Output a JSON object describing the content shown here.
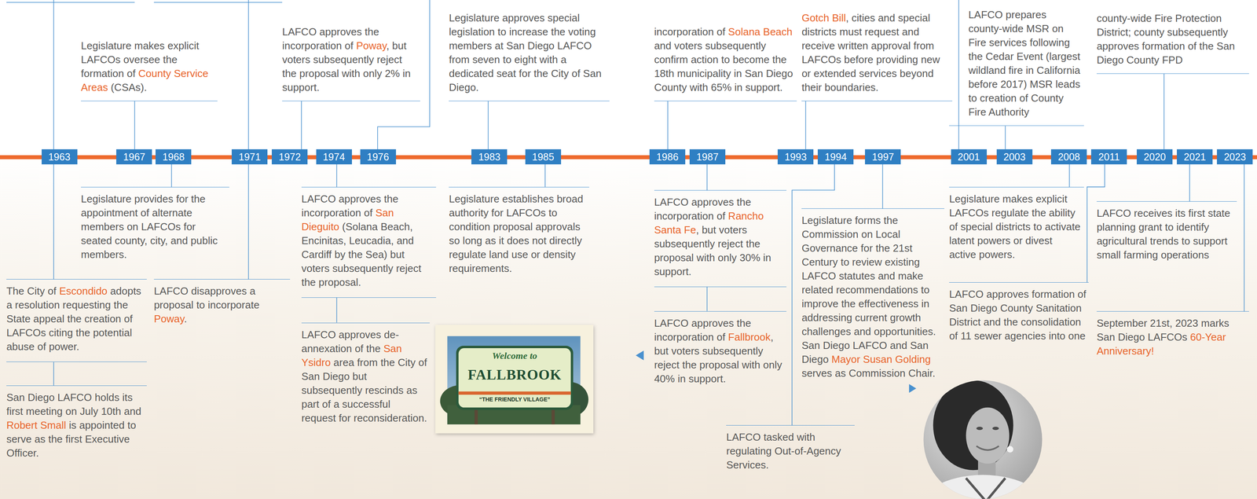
{
  "diagram": {
    "nodes": [
      {
        "text": [
          "1963"
        ]
      },
      {
        "text": [
          "1967"
        ]
      },
      {
        "text": [
          "1968"
        ]
      },
      {
        "text": [
          "1971"
        ]
      },
      {
        "text": [
          "1972"
        ]
      },
      {
        "text": [
          "1974"
        ]
      },
      {
        "text": [
          "1976"
        ]
      },
      {
        "text": [
          "1983"
        ]
      },
      {
        "text": [
          "1985"
        ]
      },
      {
        "text": [
          "1986"
        ]
      },
      {
        "text": [
          "1987"
        ]
      },
      {
        "text": [
          "1993"
        ]
      },
      {
        "text": [
          "1994"
        ]
      },
      {
        "text": [
          "1997"
        ]
      },
      {
        "text": [
          "2001"
        ]
      },
      {
        "text": [
          "2003"
        ]
      },
      {
        "text": [
          "2008"
        ]
      },
      {
        "text": [
          "2011"
        ]
      },
      {
        "text": [
          "2020"
        ]
      },
      {
        "text": [
          "2021"
        ]
      },
      {
        "text": [
          "2023"
        ]
      },
      {
        "text": [
          "The City of Escondido adopts a resolution requesting the State appeal the creation of LAFCOs citing the potential abuse of power."
        ]
      },
      {
        "text": [
          "San Diego LAFCO holds its first meeting on July 10th and Robert Small is appointed to serve as the first Executive Officer."
        ]
      },
      {
        "text": [
          "Legislature makes explicit LAFCOs oversee the formation of County Service Areas (CSAs)."
        ]
      },
      {
        "text": [
          "Legislature provides for the appointment of alternate members on LAFCOs for seated county, city, and public members."
        ]
      },
      {
        "text": [
          "LAFCO disapproves a proposal to incorporate Poway."
        ]
      },
      {
        "text": [
          "LAFCO approves the incorporation of Poway, but voters subsequently reject the proposal with only 2% in support."
        ]
      },
      {
        "text": [
          "LAFCO approves the incorporation of San Dieguito (Solana Beach, Encinitas, Leucadia, and Cardiff by the Sea) but voters subsequently reject the proposal."
        ]
      },
      {
        "text": [
          "LAFCO approves de-annexation of the San Ysidro area from the City of San Diego but subsequently rescinds as part of a successful request for reconsideration."
        ]
      },
      {
        "text": [
          "Legislature approves special legislation to increase the voting members at San Diego LAFCO from seven to eight with a dedicated seat for the City of San Diego."
        ]
      },
      {
        "text": [
          "Legislature establishes broad authority for LAFCOs to condition proposal approvals so long as it does not directly regulate land use or density requirements."
        ]
      },
      {
        "text": [
          "incorporation of Solana Beach and voters subsequently confirm action to become the 18th municipality in San Diego County with 65% in support."
        ]
      },
      {
        "text": [
          "LAFCO approves the incorporation of Rancho Santa Fe, but voters subsequently reject the proposal with only 30% in support."
        ]
      },
      {
        "text": [
          "LAFCO approves the incorporation of Fallbrook, but voters subsequently reject the proposal with only 40% in support."
        ]
      },
      {
        "text": [
          "Gotch Bill, cities and special districts must request and receive written approval from LAFCOs before providing new or extended services beyond their boundaries."
        ]
      },
      {
        "text": [
          "LAFCO tasked with regulating Out-of-Agency Services."
        ]
      },
      {
        "text": [
          "Legislature forms the Commission on Local Governance for the 21st Century to review existing LAFCO statutes and make related recommendations to improve the effectiveness in addressing current growth challenges and opportunities. San Diego LAFCO and San Diego Mayor Susan Golding serves as Commission Chair."
        ]
      },
      {
        "text": [
          "LAFCO prepares county-wide MSR on Fire services following the Cedar Event (largest wildland fire in California before 2017) MSR leads to creation of County Fire Authority"
        ]
      },
      {
        "text": [
          "Legislature makes explicit LAFCOs regulate the ability of special districts to activate latent powers or divest active powers."
        ]
      },
      {
        "text": [
          "LAFCO approves formation of San Diego County Sanitation District and the consolidation of 11 sewer agencies into one"
        ]
      },
      {
        "text": [
          "county-wide Fire Protection District; county subsequently approves formation of the San Diego County FPD"
        ]
      },
      {
        "text": [
          "LAFCO receives its first state planning grant to identify agricultural trends to support small farming operations"
        ]
      },
      {
        "text": [
          "September 21st, 2023 marks San Diego LAFCOs 60-Year Anniversary!"
        ]
      }
    ],
    "edges": [
      {
        "from": 0,
        "to": 21,
        "arrow": "none"
      },
      {
        "from": 21,
        "to": 22,
        "arrow": "none"
      },
      {
        "from": 1,
        "to": 23,
        "arrow": "none"
      },
      {
        "from": 2,
        "to": 24,
        "arrow": "none"
      },
      {
        "from": 3,
        "to": 25,
        "arrow": "none"
      },
      {
        "from": 4,
        "to": 26,
        "arrow": "none"
      },
      {
        "from": 5,
        "to": 27,
        "arrow": "none"
      },
      {
        "from": 27,
        "to": 28,
        "arrow": "none"
      },
      {
        "from": 7,
        "to": 29,
        "arrow": "none"
      },
      {
        "from": 8,
        "to": 30,
        "arrow": "none"
      },
      {
        "from": 9,
        "to": 31,
        "arrow": "none"
      },
      {
        "from": 10,
        "to": 32,
        "arrow": "none"
      },
      {
        "from": 32,
        "to": 33,
        "arrow": "none"
      },
      {
        "from": 11,
        "to": 34,
        "arrow": "none"
      },
      {
        "from": 12,
        "to": 35,
        "arrow": "none"
      },
      {
        "from": 13,
        "to": 36,
        "arrow": "none"
      },
      {
        "from": 15,
        "to": 37,
        "arrow": "none"
      },
      {
        "from": 16,
        "to": 38,
        "arrow": "none"
      },
      {
        "from": 17,
        "to": 39,
        "arrow": "none"
      },
      {
        "from": 18,
        "to": 40,
        "arrow": "none"
      },
      {
        "from": 19,
        "to": 41,
        "arrow": "none"
      },
      {
        "from": 20,
        "to": 42,
        "arrow": "none"
      }
    ],
    "labels": [
      "Welcome to",
      "FALLBROOK",
      "“THE FRIENDLY VILLAGE”"
    ]
  }
}
